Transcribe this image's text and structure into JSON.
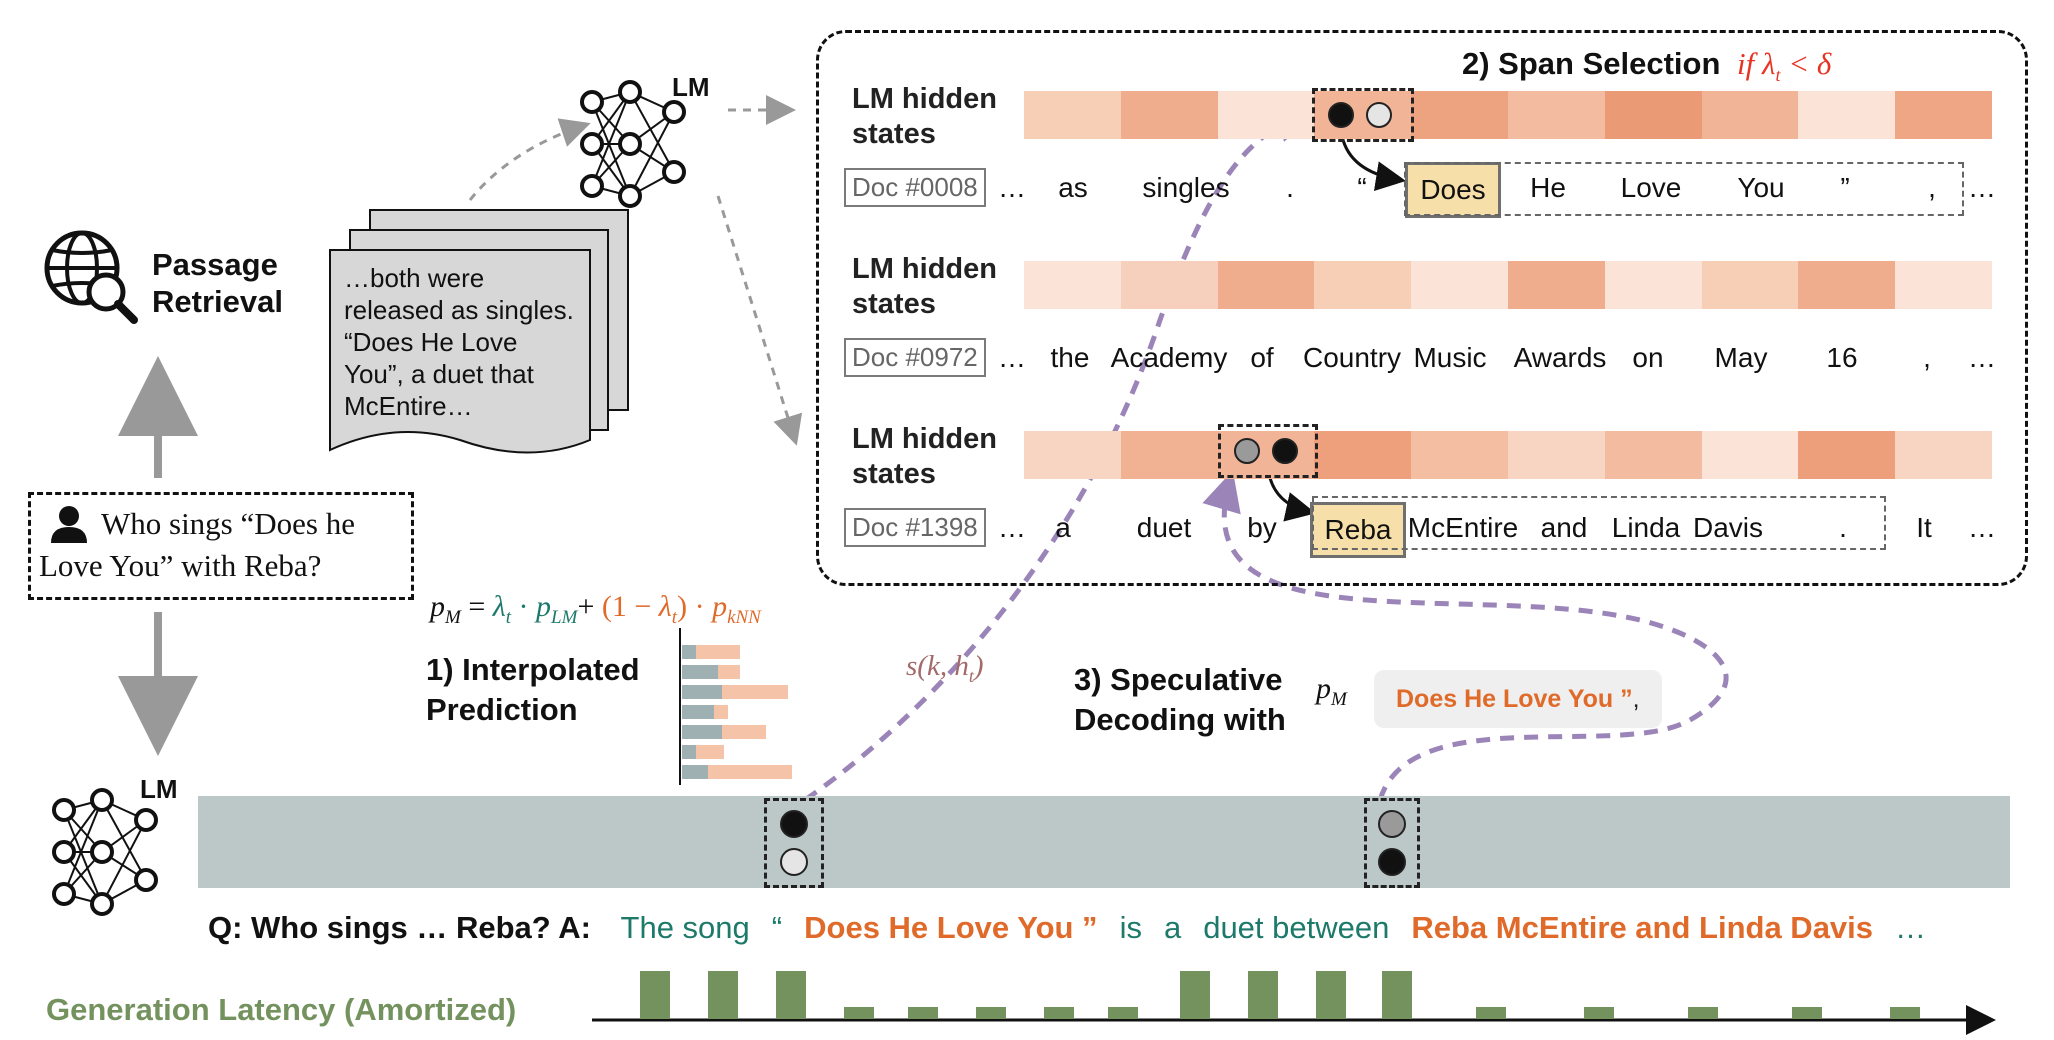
{
  "passage_retrieval": {
    "label_line1": "Passage",
    "label_line2": "Retrieval",
    "icon": "globe-search-icon"
  },
  "lm_top_label": "LM",
  "lm_bottom_label": "LM",
  "document_text": [
    "…both were",
    "released as singles.",
    "“Does He Love",
    "You”, a duet that",
    "McEntire…"
  ],
  "query": {
    "line1": "Who sings “Does he",
    "line2": "Love You” with Reba?",
    "icon": "user-icon"
  },
  "formula": {
    "pm": "p",
    "pm_sub": "M",
    "eq": " = ",
    "lam": "λ",
    "t": "t",
    "dot": " · ",
    "plm": "p",
    "plm_sub": "LM",
    "plus": "+",
    "open": " (1 − ",
    "close": ")",
    "pknn": "p",
    "pknn_sub": "kNN"
  },
  "step1": {
    "line1": "1) Interpolated",
    "line2": "Prediction"
  },
  "step2": {
    "title": "2) Span Selection",
    "condition_if": "if",
    "condition_lt": " < ",
    "condition_delta": "δ",
    "condition_lambda": "λ",
    "condition_t": "t"
  },
  "step3": {
    "line1": "3) Speculative",
    "line2": "Decoding with",
    "pm": "p",
    "pm_sub": "M",
    "span_text": "Does He Love You ”",
    "span_tail": " ,"
  },
  "score_label": {
    "text": "s(k, h",
    "t": "t",
    "close": ")"
  },
  "hidden_state_label": {
    "line1": "LM hidden",
    "line2": "states"
  },
  "rows": [
    {
      "doc": "Doc #0008",
      "heat": [
        "#f7cfb7",
        "#f0ad8d",
        "#fbe3d7",
        "#f2b497",
        "#eda37f",
        "#f3bb9f",
        "#ea9a74",
        "#f2b497",
        "#fbe3d7",
        "#eea684"
      ],
      "tokens": [
        "…",
        "as",
        "singles",
        ".",
        "“",
        "Does",
        "He",
        "Love",
        "You",
        "”",
        ",",
        "…"
      ]
    },
    {
      "doc": "Doc #0972",
      "heat": [
        "#fbe3d7",
        "#f7d0bd",
        "#f0ad8d",
        "#f7cfb7",
        "#fbe3d7",
        "#f0ad8d",
        "#fbe3d7",
        "#f7cfb7",
        "#f0ad8d",
        "#fbe3d7"
      ],
      "tokens": [
        "…",
        "the",
        "Academy",
        "of",
        "Country",
        "Music",
        "Awards",
        "on",
        "May",
        "16",
        ",",
        "…"
      ]
    },
    {
      "doc": "Doc #1398",
      "heat": [
        "#f8d5c2",
        "#f1b193",
        "#f2b497",
        "#ee9f7c",
        "#f4bea3",
        "#f8d5c2",
        "#f3bb9f",
        "#fbe3d7",
        "#ec9f7a",
        "#f8d5c2"
      ],
      "tokens": [
        "…",
        "a",
        "duet",
        "by",
        "Reba",
        "McEntire",
        "and",
        "Linda",
        "Davis",
        ".",
        "It",
        "…"
      ]
    }
  ],
  "answer": {
    "q": "Q: Who sings … Reba? A:",
    "segments": [
      {
        "text": "The song",
        "color": "#1d7a6a",
        "bold": false
      },
      {
        "text": "“",
        "color": "#1d7a6a",
        "bold": false
      },
      {
        "text": "Does He Love You ”",
        "color": "#e06a2a",
        "bold": true
      },
      {
        "text": "is",
        "color": "#1d7a6a",
        "bold": false
      },
      {
        "text": "a",
        "color": "#1d7a6a",
        "bold": false
      },
      {
        "text": "duet between",
        "color": "#1d7a6a",
        "bold": false
      },
      {
        "text": "Reba McEntire and Linda Davis",
        "color": "#e06a2a",
        "bold": true
      },
      {
        "text": "…",
        "color": "#1d7a6a",
        "bold": false
      }
    ]
  },
  "latency": {
    "label": "Generation Latency (Amortized)",
    "bars": [
      1.0,
      1.0,
      1.0,
      0.25,
      0.25,
      0.25,
      0.25,
      0.25,
      1.0,
      1.0,
      1.0,
      1.0,
      0.25,
      0.25,
      0.25,
      0.25,
      0.25
    ]
  },
  "colors": {
    "teal": "#1d7a6a",
    "orange": "#e06a2a",
    "purple": "#9b84b8",
    "latency_green": "#74925e",
    "band": "#bcc8c8",
    "condition_red": "#e83222",
    "score_brown": "#a36a6a"
  }
}
